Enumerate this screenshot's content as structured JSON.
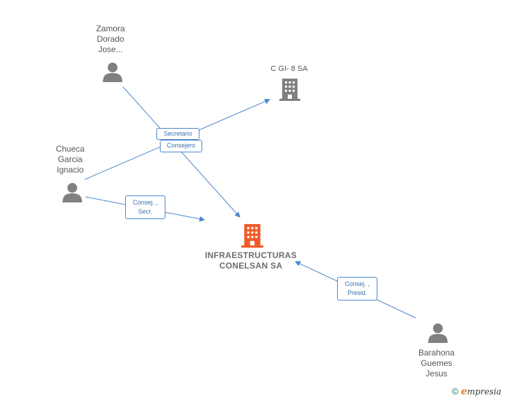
{
  "nodes": {
    "zamora": {
      "lines": [
        "Zamora",
        "Dorado",
        "Jose..."
      ]
    },
    "cgi": {
      "lines": [
        "C GI- 8 SA"
      ]
    },
    "chueca": {
      "lines": [
        "Chueca",
        "Garcia",
        "Ignacio"
      ]
    },
    "main": {
      "lines": [
        "INFRAESTRUCTURAS",
        "CONELSAN SA"
      ]
    },
    "barahona": {
      "lines": [
        "Barahona",
        "Guemes",
        "Jesus"
      ]
    }
  },
  "edges": {
    "secretario": "Secretario",
    "consejero": "Consejero",
    "consej_secr": [
      "Consej. ,",
      "Secr."
    ],
    "consej_presid": [
      "Consej. ,",
      "Presid."
    ]
  },
  "colors": {
    "edge": "#4a86c8",
    "person": "#808080",
    "company": "#808080",
    "main_company": "#f05a28"
  },
  "footer": {
    "copyright_symbol": "©",
    "brand_first": "e",
    "brand_rest": "mpresia"
  }
}
